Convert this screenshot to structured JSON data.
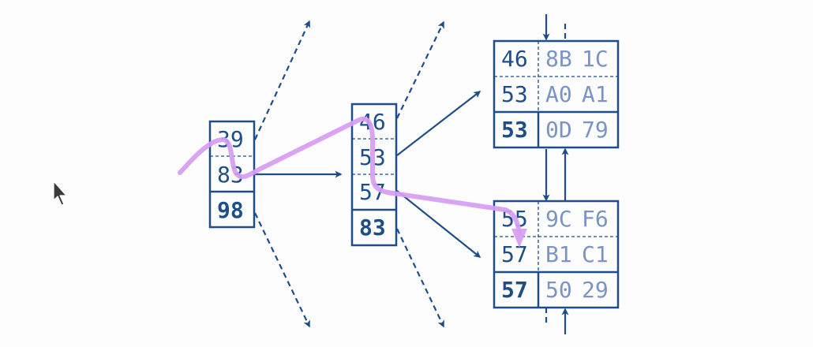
{
  "colors": {
    "primary": "#1d4e89",
    "value_text": "#7a94c4",
    "search_path": "#d79cf4",
    "background": "#fdfdfe"
  },
  "cursor_icon": "arrow-cursor-icon",
  "nodes": {
    "root": {
      "keys": [
        "39",
        "83",
        "98"
      ]
    },
    "internal": {
      "keys": [
        "46",
        "53",
        "57",
        "83"
      ]
    },
    "leaf_top": {
      "rows": [
        {
          "key": "46",
          "v1": "8B",
          "v2": "1C"
        },
        {
          "key": "53",
          "v1": "A0",
          "v2": "A1"
        },
        {
          "key": "53",
          "v1": "0D",
          "v2": "79"
        }
      ]
    },
    "leaf_bottom": {
      "rows": [
        {
          "key": "55",
          "v1": "9C",
          "v2": "F6"
        },
        {
          "key": "57",
          "v1": "B1",
          "v2": "C1"
        },
        {
          "key": "57",
          "v1": "50",
          "v2": "29"
        }
      ]
    }
  }
}
